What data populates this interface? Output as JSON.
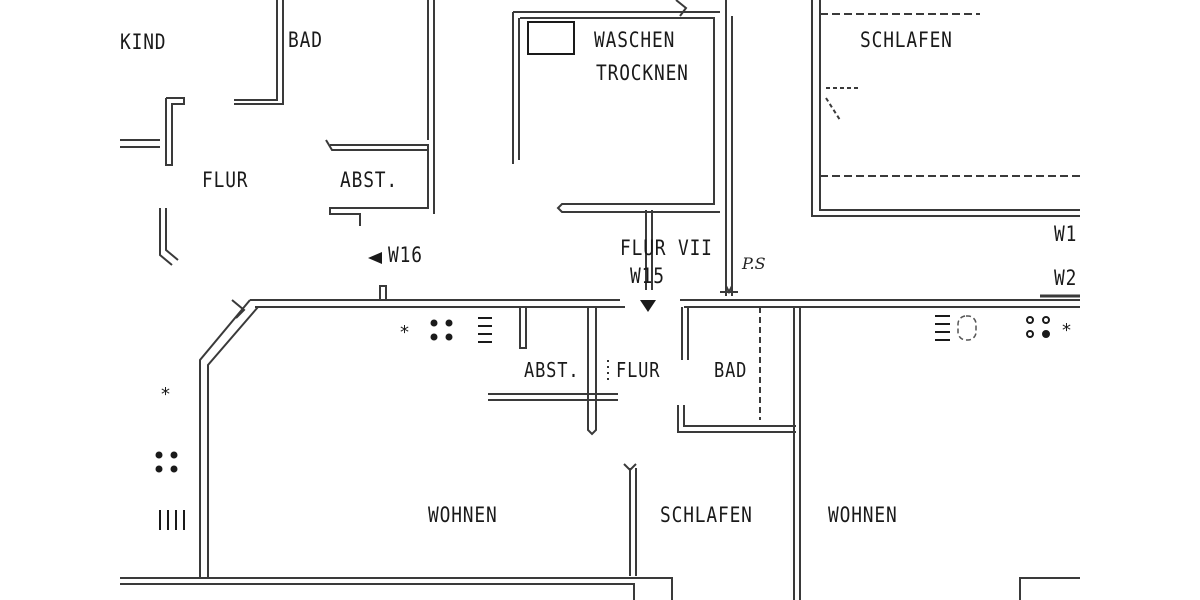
{
  "plan": {
    "rooms": {
      "kind": "KIND",
      "bad_top": "BAD",
      "flur_left": "FLUR",
      "abst_top": "ABST.",
      "waschen": "WASCHEN",
      "trocknen": "TROCKNEN",
      "schlafen_top": "SCHLAFEN",
      "flur_vii": "FLUR VII",
      "abst_mid": "ABST.",
      "flur_mid": "FLUR",
      "bad_mid": "BAD",
      "wohnen_left": "WOHNEN",
      "schlafen_bottom": "SCHLAFEN",
      "wohnen_right": "WOHNEN"
    },
    "unit_markers": {
      "w16": "W16",
      "w15": "W15",
      "w1_partial": "W1",
      "w2_partial": "W2"
    },
    "annotation": "P.S",
    "colors": {
      "background": "#ffffff",
      "ink": "#1a1a1a",
      "wall": "#3a3a3a"
    }
  }
}
